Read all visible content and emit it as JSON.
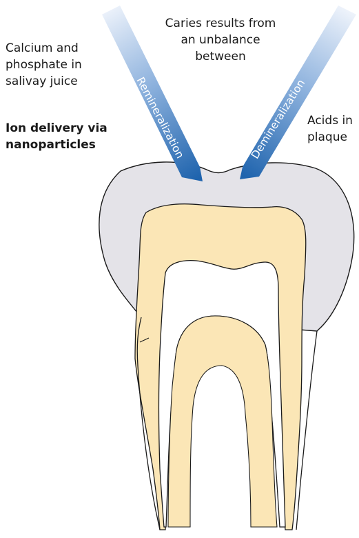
{
  "labels": {
    "calcium": [
      "Calcium and",
      "phosphate in",
      "salivay juice"
    ],
    "caries": [
      "Caries results from",
      "an unbalance",
      "between"
    ],
    "acids": [
      "Acids in",
      "plaque"
    ],
    "ion": [
      "Ion delivery via",
      "nanoparticles"
    ]
  },
  "arrows": {
    "remineralization": "Remineralization",
    "demineralization": "Demineralization"
  },
  "colors": {
    "enamel": "#e4e3e8",
    "dentin": "#fbe6b6",
    "pulp": "#ffffff",
    "outline": "#1a1a1a",
    "arrow_dark": "#1e63ad",
    "arrow_light": "#eaf1fb",
    "text": "#1a1a1a"
  }
}
